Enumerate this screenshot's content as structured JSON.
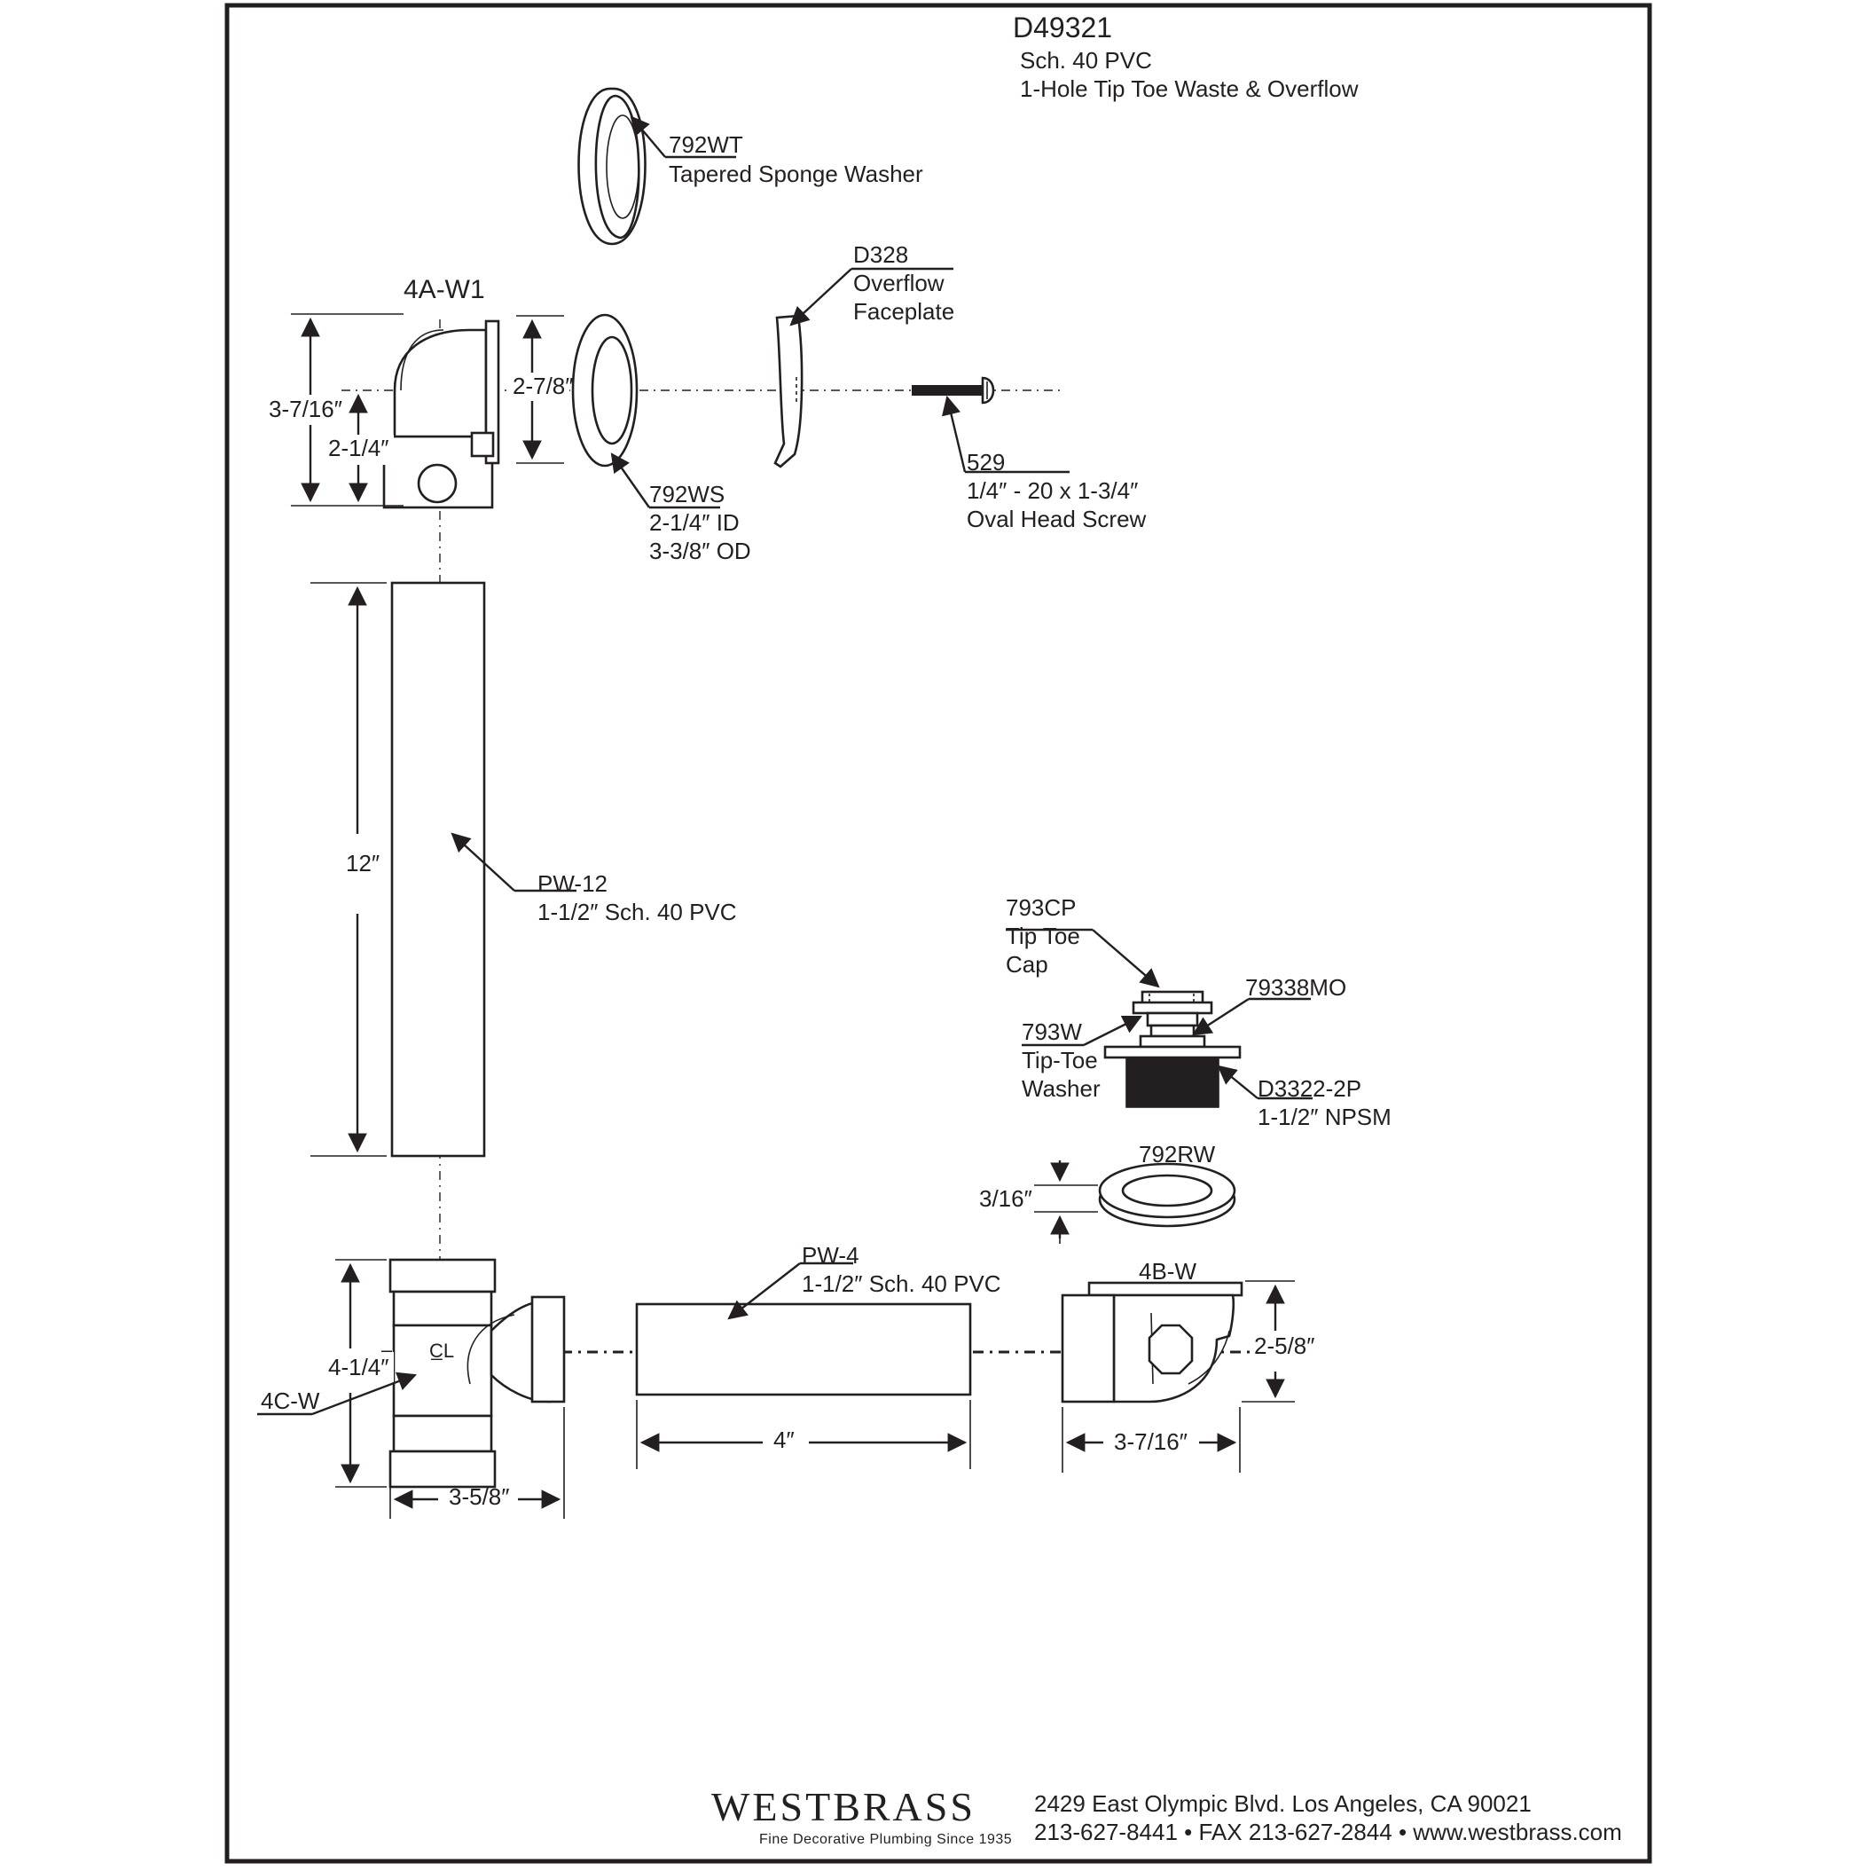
{
  "header": {
    "model": "D49321",
    "material": "Sch. 40 PVC",
    "description": "1-Hole Tip Toe Waste & Overflow"
  },
  "parts": {
    "washer_792wt": {
      "code": "792WT",
      "desc": "Tapered Sponge Washer"
    },
    "faceplate_d328": {
      "code": "D328",
      "line1": "Overflow",
      "line2": "Faceplate"
    },
    "elbow_4aw1": {
      "code": "4A-W1"
    },
    "washer_792ws": {
      "code": "792WS",
      "line1": "2-1/4″ ID",
      "line2": "3-3/8″ OD"
    },
    "screw_529": {
      "code": "529",
      "line1": "1/4″ - 20 x 1-3/4″",
      "line2": "Oval Head Screw"
    },
    "pipe_pw12": {
      "code": "PW-12",
      "desc": "1-1/2″ Sch. 40 PVC"
    },
    "cap_793cp": {
      "code": "793CP",
      "line1": "Tip Toe",
      "line2": "Cap"
    },
    "part_79338mo": {
      "code": "79338MO"
    },
    "washer_793w": {
      "code": "793W",
      "line1": "Tip-Toe",
      "line2": "Washer"
    },
    "body_d3322": {
      "code": "D3322-2P",
      "desc": "1-1/2″ NPSM"
    },
    "washer_792rw": {
      "code": "792RW"
    },
    "pipe_pw4": {
      "code": "PW-4",
      "desc": "1-1/2″ Sch. 40 PVC"
    },
    "shoe_4bw": {
      "code": "4B-W"
    },
    "tee_4cw": {
      "code": "4C-W"
    }
  },
  "dimensions": {
    "elbow_height": "3-7/16″",
    "elbow_center": "2-1/4″",
    "washer_height": "2-7/8″",
    "pipe12_length": "12″",
    "washer_thickness": "3/16″",
    "tee_height": "4-1/4″",
    "tee_width": "3-5/8″",
    "pipe4_length": "4″",
    "shoe_height": "2-5/8″",
    "shoe_width": "3-7/16″",
    "centerline_mark": "C̲L"
  },
  "footer": {
    "brand": "WESTBRASS",
    "tagline": "Fine Decorative Plumbing Since 1935",
    "address": "2429 East Olympic Blvd. Los Angeles, CA  90021",
    "contact": "213-627-8441 • FAX 213-627-2844 • www.westbrass.com"
  },
  "colors": {
    "ink": "#231f20",
    "paper": "#ffffff",
    "threads": "#231f20"
  }
}
